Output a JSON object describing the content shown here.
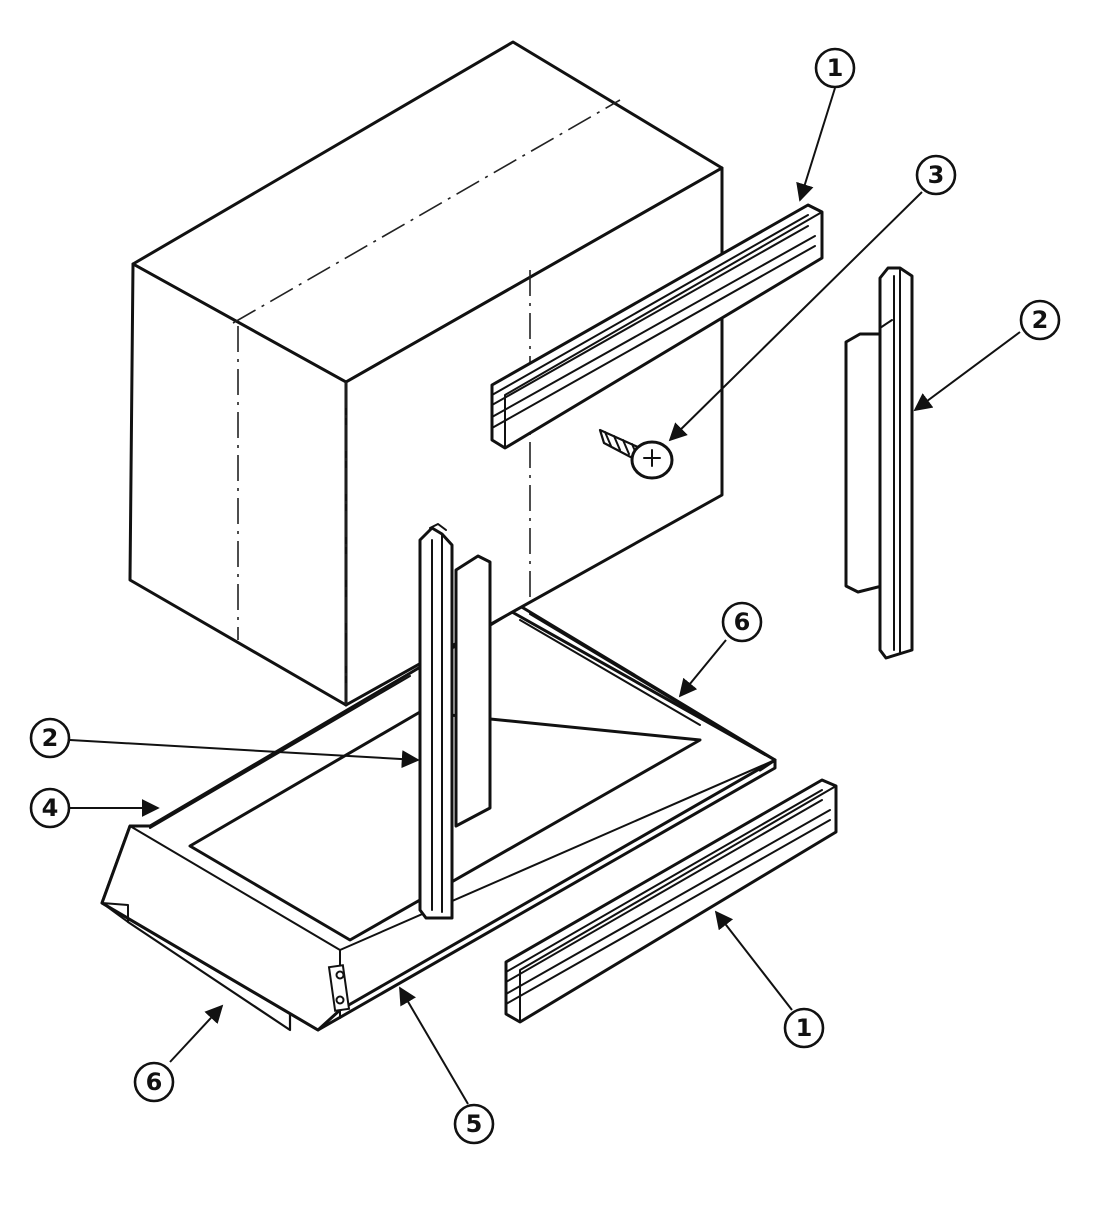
{
  "callouts": [
    {
      "id": "c1a",
      "label": "1"
    },
    {
      "id": "c3",
      "label": "3"
    },
    {
      "id": "c2a",
      "label": "2"
    },
    {
      "id": "c6a",
      "label": "6"
    },
    {
      "id": "c2b",
      "label": "2"
    },
    {
      "id": "c4",
      "label": "4"
    },
    {
      "id": "c1b",
      "label": "1"
    },
    {
      "id": "c6b",
      "label": "6"
    },
    {
      "id": "c5",
      "label": "5"
    }
  ]
}
